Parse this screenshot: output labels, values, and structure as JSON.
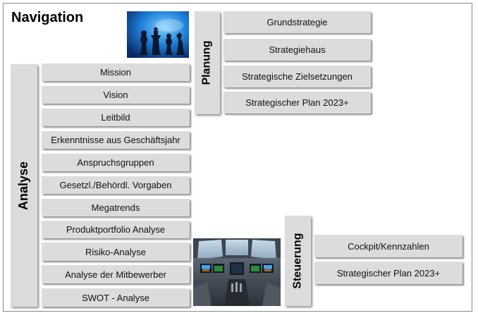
{
  "title": "Navigation",
  "planung": {
    "label": "Planung",
    "items": [
      "Grundstrategie",
      "Strategiehaus",
      "Strategische Zielsetzungen",
      "Strategischer Plan 2023+"
    ]
  },
  "analyse": {
    "label": "Analyse",
    "items": [
      "Mission",
      "Vision",
      "Leitbild",
      "Erkenntnisse aus Geschäftsjahr",
      "Anspruchsgruppen",
      "Gesetzl./Behördl. Vorgaben",
      "Megatrends",
      "Produktportfolio Analyse",
      "Risiko-Analyse",
      "Analyse der Mitbewerber",
      "SWOT - Analyse"
    ]
  },
  "steuerung": {
    "label": "Steuerung",
    "items": [
      "Cockpit/Kennzahlen",
      "Strategischer Plan 2023+"
    ]
  },
  "colors": {
    "button_bg": "#dcdcdc",
    "chess_bg": "#1e7fd8",
    "cockpit_bg": "#4a5563"
  },
  "icons": {
    "chess_image": "chess-pieces-image",
    "cockpit_image": "airplane-cockpit-image"
  }
}
